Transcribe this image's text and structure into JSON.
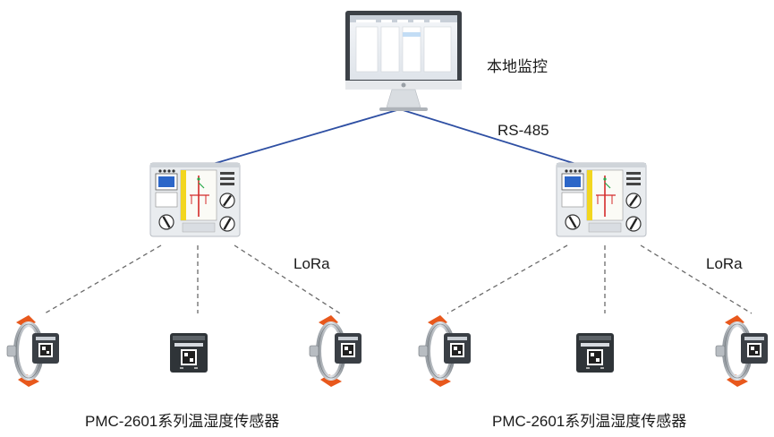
{
  "diagram": {
    "monitor_label": "本地监控",
    "bus_label": "RS-485",
    "wireless_label_left": "LoRa",
    "wireless_label_right": "LoRa",
    "sensor_caption_left": "PMC-2601系列温湿度传感器",
    "sensor_caption_right": "PMC-2601系列温湿度传感器"
  },
  "colors": {
    "bus_line": "#2e4fa3",
    "dashed_line": "#6b6b6b",
    "sensor_band": "#e8581c",
    "controller_body": "#e9ecef"
  },
  "icons": {
    "monitor": "desktop-monitor-icon",
    "controller": "switchgear-controller-icon",
    "clamp_sensor": "clamp-sensor-icon",
    "box_sensor": "box-sensor-icon"
  }
}
